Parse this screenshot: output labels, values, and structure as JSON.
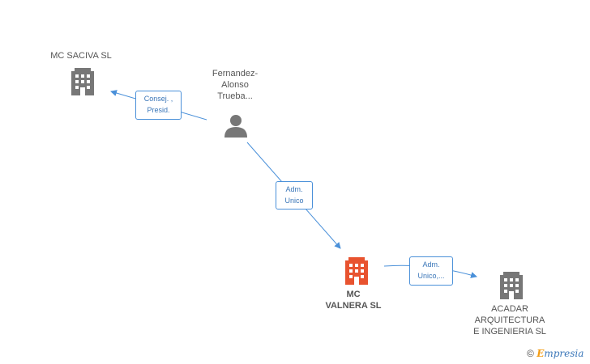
{
  "nodes": {
    "mc_saciva": {
      "label": "MC SACIVA SL",
      "type": "company",
      "color": "#777777"
    },
    "person": {
      "label_lines": [
        "Fernandez-",
        "Alonso",
        "Trueba..."
      ],
      "type": "person",
      "color": "#777777"
    },
    "mc_valnera": {
      "label_lines": [
        "MC",
        "VALNERA SL"
      ],
      "type": "company",
      "color": "#e8532f"
    },
    "acadar": {
      "label_lines": [
        "ACADAR",
        "ARQUITECTURA",
        "E INGENIERIA SL"
      ],
      "type": "company",
      "color": "#777777"
    }
  },
  "edges": {
    "consej": {
      "lines": [
        "Consej. ,",
        "Presid."
      ],
      "from": "person",
      "to": "mc_saciva"
    },
    "adm_unico": {
      "lines": [
        "Adm.",
        "Unico"
      ],
      "from": "person",
      "to": "mc_valnera"
    },
    "adm_unico_2": {
      "lines": [
        "Adm.",
        "Unico,..."
      ],
      "from": "mc_valnera",
      "to": "acadar"
    }
  },
  "colors": {
    "edge": "#4a90d9",
    "company_gray": "#777777",
    "company_highlight": "#e8532f"
  },
  "footer": {
    "copyright_symbol": "©",
    "brand_initial": "E",
    "brand_rest": "mpresia"
  }
}
